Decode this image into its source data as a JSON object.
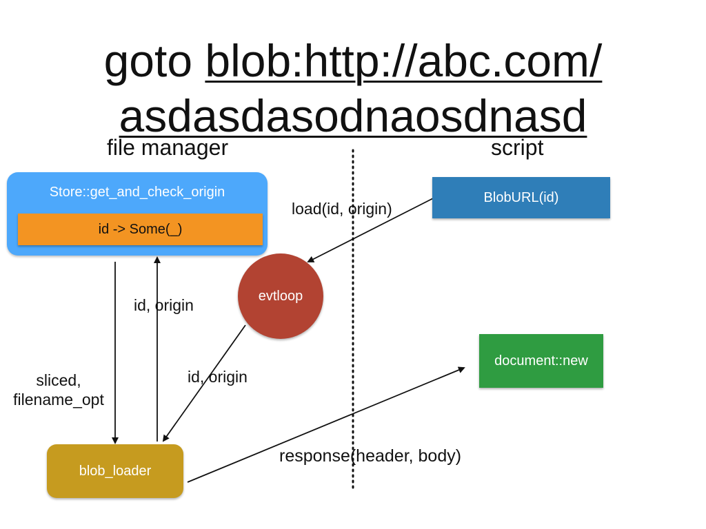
{
  "title": {
    "prefix": "goto ",
    "url_line1": "blob:http://abc.com/",
    "url_line2": "asdasdasodnaosdnasd"
  },
  "sections": {
    "left": "file manager",
    "right": "script"
  },
  "nodes": {
    "store": "Store::get_and_check_origin",
    "store_inner": "id -> Some(_)",
    "bloburl": "BlobURL(id)",
    "evtloop": "evtloop",
    "document": "document::new",
    "blob_loader": "blob_loader"
  },
  "edge_labels": {
    "load": "load(id, origin)",
    "id_origin_up": "id, origin",
    "id_origin_evt": "id, origin",
    "sliced_line1": "sliced,",
    "sliced_line2": "filename_opt",
    "response": "response(header, body)"
  },
  "colors": {
    "store": "#4da8fb",
    "store_inner": "#f39422",
    "bloburl": "#2f7eb8",
    "evtloop": "#b24332",
    "document": "#2f9c41",
    "blob_loader": "#c69b1f"
  }
}
